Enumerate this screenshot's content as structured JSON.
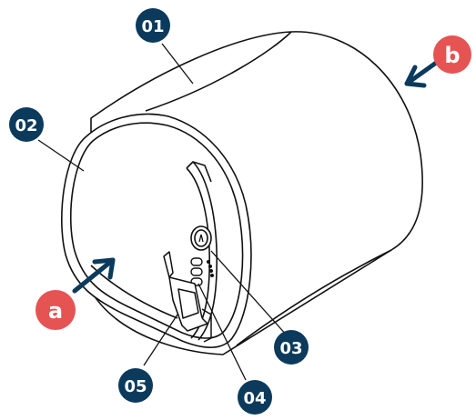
{
  "diagram": {
    "colors": {
      "number_badge": "#0b3a5c",
      "letter_badge": "#e55353",
      "outline": "#111111",
      "body_fill": "#ffffff",
      "badge_text": "#ffffff"
    },
    "callouts": [
      {
        "id": "c01",
        "label": "01",
        "kind": "number"
      },
      {
        "id": "c02",
        "label": "02",
        "kind": "number"
      },
      {
        "id": "c03",
        "label": "03",
        "kind": "number"
      },
      {
        "id": "c04",
        "label": "04",
        "kind": "number"
      },
      {
        "id": "c05",
        "label": "05",
        "kind": "number"
      },
      {
        "id": "ca",
        "label": "a",
        "kind": "letter"
      },
      {
        "id": "cb",
        "label": "b",
        "kind": "letter"
      }
    ]
  }
}
